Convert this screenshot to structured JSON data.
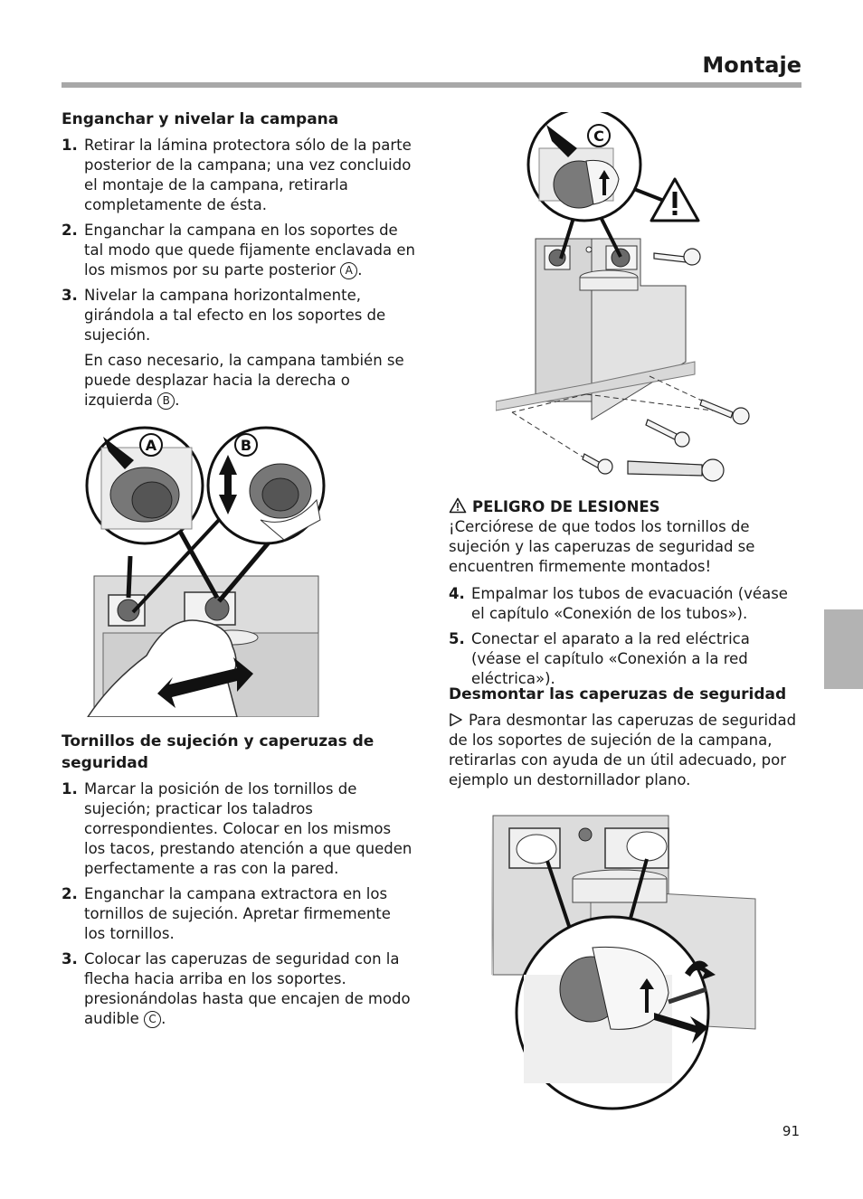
{
  "header": {
    "title": "Montaje"
  },
  "section1": {
    "heading": "Enganchar y nivelar la campana",
    "steps": [
      {
        "num": "1.",
        "text": "Retirar la lámina protectora sólo de la parte posterior de la campana; una vez concluido el montaje de la campana, retirarla completamente de ésta."
      },
      {
        "num": "2.",
        "text": "Enganchar la campana en los soportes de tal modo que quede fijamente enclavada en los mismos por su parte posterior",
        "ref": "A"
      },
      {
        "num": "3.",
        "text": "Nivelar la campana horizontalmente, girándola a tal efecto en los soportes de sujeción."
      }
    ],
    "extra": {
      "text": "En caso necesario, la campana también se puede desplazar hacia la derecha o izquierda",
      "ref": "B"
    }
  },
  "section2": {
    "heading": "Tornillos de sujeción y caperuzas de seguridad",
    "steps": [
      {
        "num": "1.",
        "text": "Marcar la posición de los tornillos de sujeción; practicar los taladros correspondientes. Colocar en los mismos los tacos, prestando atención a que queden perfectamente a ras con la pared."
      },
      {
        "num": "2.",
        "text": "Enganchar la campana extractora en los tornillos de sujeción. Apretar firmemente los tornillos."
      },
      {
        "num": "3.",
        "text": "Colocar las caperuzas de seguridad con la flecha hacia arriba en los soportes. presionándolas hasta que encajen de modo audible",
        "ref": "C"
      }
    ]
  },
  "warning": {
    "title": "PELIGRO DE LESIONES",
    "text": "¡Cerciórese de que todos los tornillos de sujeción y las caperuzas de seguridad se encuentren firmemente montados!"
  },
  "steps_cont": [
    {
      "num": "4.",
      "text": "Empalmar los tubos de evacuación (véase el capítulo «Conexión de los tubos»)."
    },
    {
      "num": "5.",
      "text": "Conectar el aparato a la red eléctrica (véase el capítulo «Conexión a la red eléctrica»)."
    }
  ],
  "section3": {
    "heading": "Desmontar las caperuzas de seguridad",
    "text": "Para desmontar las caperuzas de seguridad de los soportes de sujeción de la campana, retirarlas con ayuda de un útil adecuado, por ejemplo un destornillador plano."
  },
  "figure_labels": {
    "a": "A",
    "b": "B",
    "c": "C"
  },
  "page_number": "91"
}
